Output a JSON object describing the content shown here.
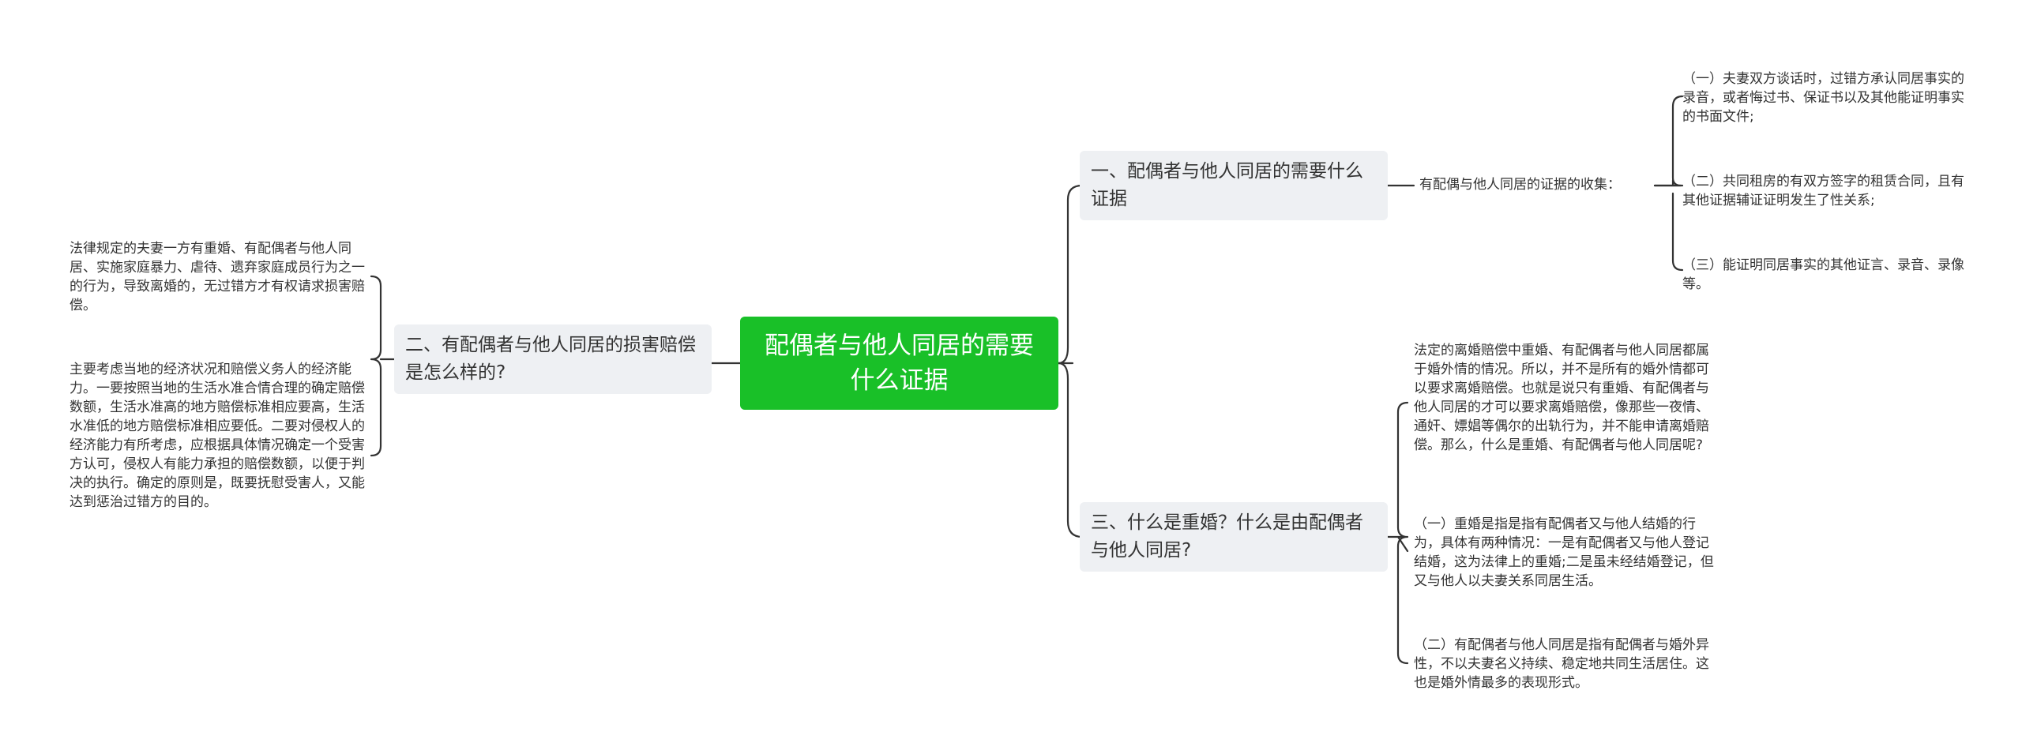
{
  "root": {
    "title": "配偶者与他人同居的需要什么证据"
  },
  "branches": {
    "b1": {
      "title": "一、配偶者与他人同居的需要什么证据",
      "label": "有配偶与他人同居的证据的收集：",
      "items": [
        "（一）夫妻双方谈话时，过错方承认同居事实的录音，或者悔过书、保证书以及其他能证明事实的书面文件;",
        "（二）共同租房的有双方签字的租赁合同，且有其他证据辅证证明发生了性关系;",
        "（三）能证明同居事实的其他证言、录音、录像等。"
      ]
    },
    "b2": {
      "title": "二、有配偶者与他人同居的损害赔偿是怎么样的?",
      "items": [
        "法律规定的夫妻一方有重婚、有配偶者与他人同居、实施家庭暴力、虐待、遗弃家庭成员行为之一的行为，导致离婚的，无过错方才有权请求损害赔偿。",
        "主要考虑当地的经济状况和赔偿义务人的经济能力。一要按照当地的生活水准合情合理的确定赔偿数额，生活水准高的地方赔偿标准相应要高，生活水准低的地方赔偿标准相应要低。二要对侵权人的经济能力有所考虑，应根据具体情况确定一个受害方认可，侵权人有能力承担的赔偿数额，以便于判决的执行。确定的原则是，既要抚慰受害人，又能达到惩治过错方的目的。"
      ]
    },
    "b3": {
      "title": "三、什么是重婚？什么是由配偶者与他人同居?",
      "items": [
        "法定的离婚赔偿中重婚、有配偶者与他人同居都属于婚外情的情况。所以，并不是所有的婚外情都可以要求离婚赔偿。也就是说只有重婚、有配偶者与他人同居的才可以要求离婚赔偿，像那些一夜情、通奸、嫖娼等偶尔的出轨行为，并不能申请离婚赔偿。那么，什么是重婚、有配偶者与他人同居呢?",
        "（一）重婚是指是指有配偶者又与他人结婚的行为，具体有两种情况：一是有配偶者又与他人登记结婚，这为法律上的重婚;二是虽未经结婚登记，但又与他人以夫妻关系同居生活。",
        "（二）有配偶者与他人同居是指有配偶者与婚外异性，不以夫妻名义持续、稳定地共同生活居住。这也是婚外情最多的表现形式。"
      ]
    }
  },
  "colors": {
    "root": "#19c028",
    "branch_bg": "#eef0f3",
    "line": "#333333",
    "text": "#333333"
  }
}
